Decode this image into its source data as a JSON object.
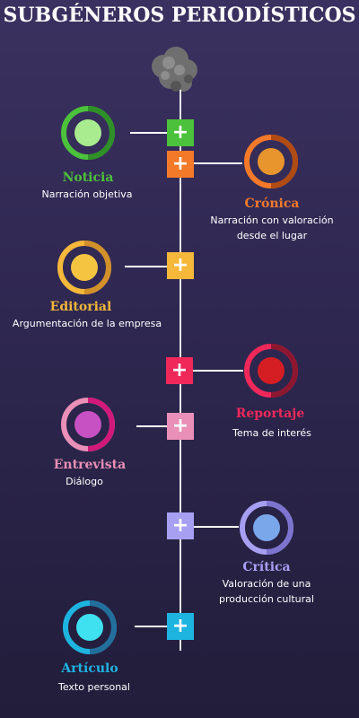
{
  "title": "SUBGÉNEROS PERIODÍSTICOS",
  "items": [
    {
      "label": "Noticia",
      "desc1": "Narración objetiva",
      "desc2": "",
      "color": "#4cc13b",
      "ring_dark": "#2f8f28",
      "fill": "#a8ec8f",
      "icon": "plus-icon"
    },
    {
      "label": "Crónica",
      "desc1": "Narración con valoración",
      "desc2": "desde el lugar",
      "color": "#f47a2a",
      "ring_dark": "#b04b14",
      "fill": "#e8952e",
      "icon": "plus-icon"
    },
    {
      "label": "Editorial",
      "desc1": "Argumentación de la empresa",
      "desc2": "",
      "color": "#f5b83a",
      "ring_dark": "#d2902a",
      "fill": "#f5c542",
      "icon": "plus-icon"
    },
    {
      "label": "Reportaje",
      "desc1": "Tema de interés",
      "desc2": "",
      "color": "#f0285a",
      "ring_dark": "#8e1730",
      "fill": "#d51e24",
      "icon": "plus-icon"
    },
    {
      "label": "Entrevista",
      "desc1": "Diálogo",
      "desc2": "",
      "color": "#ea8fb7",
      "ring_dark": "#d0197a",
      "fill": "#c751c2",
      "icon": "plus-icon"
    },
    {
      "label": "Crítica",
      "desc1": "Valoración de una",
      "desc2": "producción cultural",
      "color": "#a79ff2",
      "ring_dark": "#7d74cf",
      "fill": "#7aa6ea",
      "icon": "plus-icon"
    },
    {
      "label": "Artículo",
      "desc1": "Texto personal",
      "desc2": "",
      "color": "#1eb4e0",
      "ring_dark": "#236f9c",
      "fill": "#3fe0ef",
      "icon": "plus-icon"
    }
  ]
}
